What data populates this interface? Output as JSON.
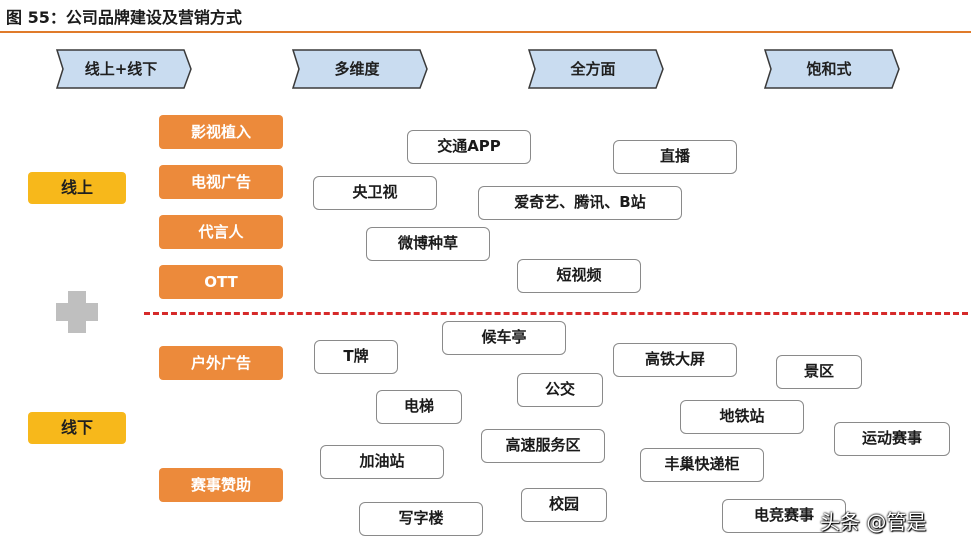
{
  "title": "图 55：公司品牌建设及营销方式",
  "headers": [
    "线上+线下",
    "多维度",
    "全方面",
    "饱和式"
  ],
  "categories": {
    "online": "线上",
    "offline": "线下"
  },
  "online_methods": [
    "影视植入",
    "电视广告",
    "代言人",
    "OTT"
  ],
  "offline_methods": [
    "户外广告",
    "赛事赞助"
  ],
  "online_channels": [
    "交通APP",
    "直播",
    "央卫视",
    "爱奇艺、腾讯、B站",
    "微博种草",
    "短视频"
  ],
  "offline_channels": [
    "T牌",
    "候车亭",
    "高铁大屏",
    "景区",
    "电梯",
    "公交",
    "地铁站",
    "运动赛事",
    "加油站",
    "高速服务区",
    "丰巢快递柜",
    "校园",
    "写字楼",
    "电竞赛事"
  ],
  "watermark": "头条 @管是",
  "colors": {
    "accent_orange": "#ec8a3b",
    "accent_yellow": "#f7b81b",
    "header_blue": "#c9dcf0",
    "divider_red": "#d62a2a"
  }
}
